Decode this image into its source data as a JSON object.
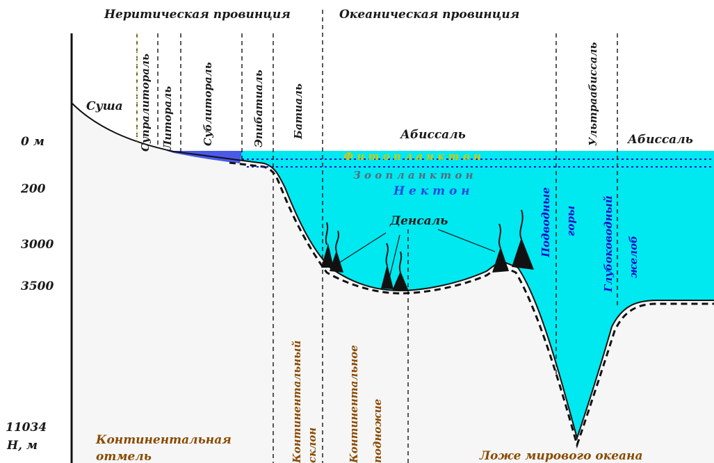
{
  "provinces": {
    "neritic": "Неритическая провинция",
    "oceanic": "Океаническая провинция"
  },
  "depths": {
    "d0": "0 м",
    "d200": "200",
    "d3000": "3000",
    "d3500": "3500",
    "d11034": "11034",
    "axis_unit": "H, м"
  },
  "zones": {
    "land": "Суша",
    "supralittoral": "Супралитораль",
    "littoral": "Литораль",
    "sublittoral": "Сублитораль",
    "epibathyal": "Эпибатиаль",
    "bathyal": "Батиаль",
    "abyssal_1": "Абиссаль",
    "ultraabyssal": "Ультраабиссаль",
    "abyssal_2": "Абиссаль"
  },
  "plankton": {
    "phyto": "Ф и т о п л а н к т о н",
    "zoo": "З о о п л а н к т о н",
    "nekton": "Н е к т о н"
  },
  "features": {
    "densal": "Денсаль",
    "seamounts_1": "Подводные",
    "seamounts_2": "горы",
    "trench_1": "Глубоководный",
    "trench_2": "желоб"
  },
  "bottom_zones": {
    "shelf_1": "Континентальная",
    "shelf_2": "отмель",
    "slope_1": "Континентальный",
    "slope_2": "склон",
    "rise_1": "Континентальное",
    "rise_2": "подножие",
    "ocean_floor": "Ложе мирового океана"
  },
  "colors": {
    "water": "#00e8f0",
    "land": "#f6f6f6",
    "coast_blue": "#4a5ae8",
    "outline": "#111111"
  }
}
